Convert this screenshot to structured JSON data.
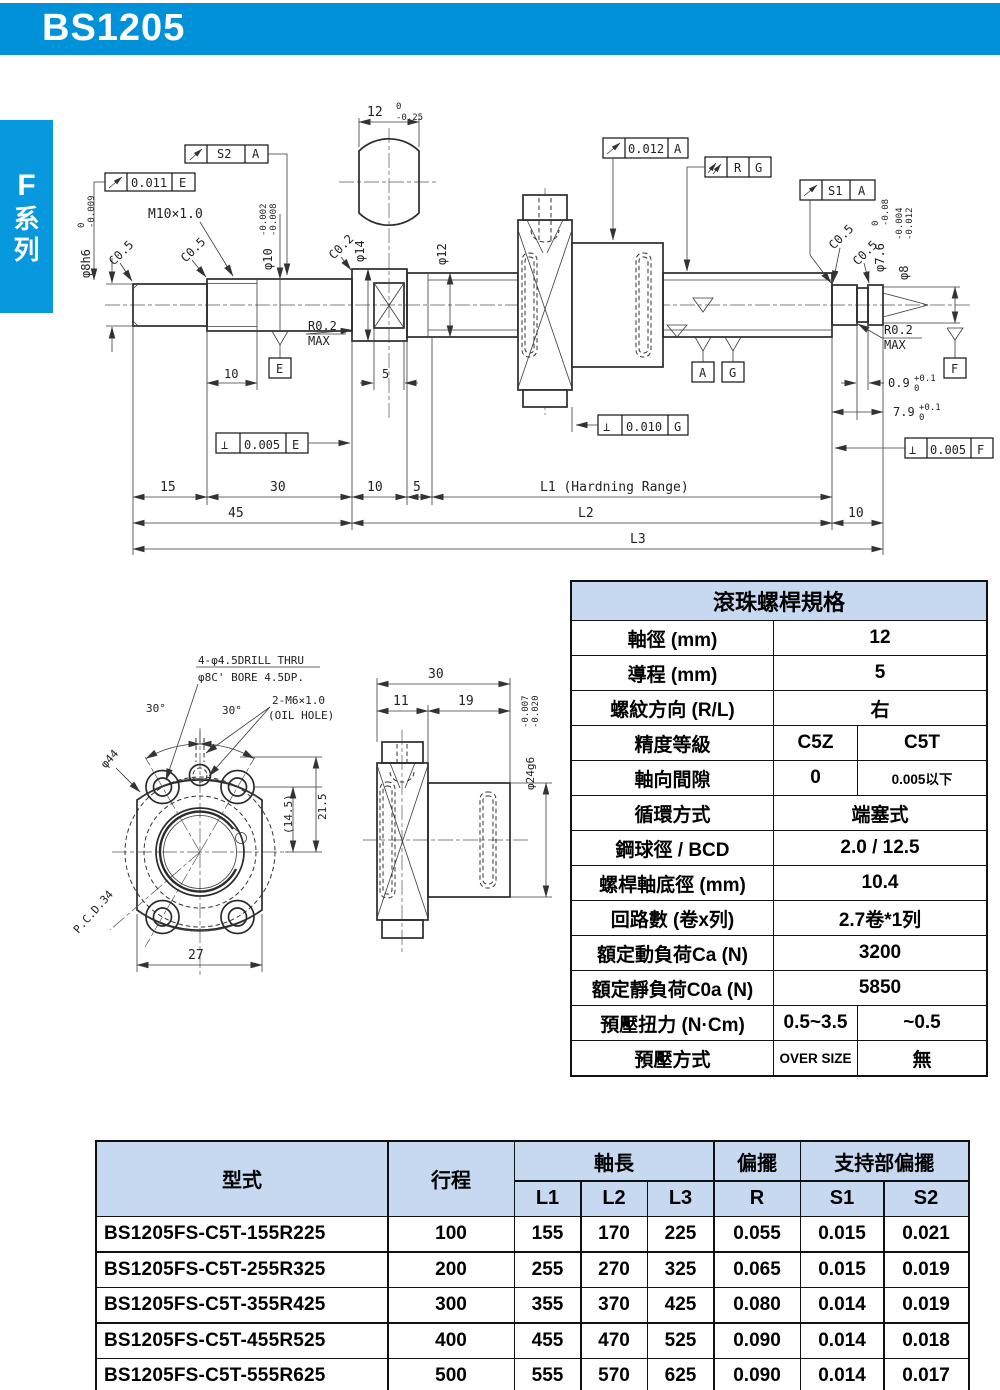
{
  "page": {
    "title": "BS1205",
    "series_tab": {
      "line1": "F",
      "line2": "系",
      "line3": "列"
    },
    "accent_blue": "#0091d9",
    "table_header_blue": "#c6d9f1"
  },
  "dwg": {
    "dim12": "12",
    "dim12_sup": "0",
    "dim12_sub": "-0.25",
    "m10": "M10×1.0",
    "dia8h6": "φ8h6",
    "dia8h6_sup": "0",
    "dia8h6_sub": "-0.009",
    "c05": "C0.5",
    "c02": "C0.2",
    "dia10": "φ10",
    "dia10_sup": "-0.002",
    "dia10_sub": "-0.008",
    "dia14": "φ14",
    "dia12": "φ12",
    "dia76": "φ7.6",
    "dia76_sup": "0",
    "dia76_sub": "-0.08",
    "dia8": "φ8",
    "dia8_sup": "-0.004",
    "dia8_sub": "-0.012",
    "r02": "R0.2",
    "max": "MAX",
    "d09": "0.9",
    "d09_sup": "+0.1",
    "d09_sub": "0",
    "d79": "7.9",
    "d79_sup": "+0.1",
    "d79_sub": "0",
    "t10": "10",
    "t5": "5",
    "b15": "15",
    "b30": "30",
    "b10": "10",
    "b5": "5",
    "L1": "L1 (Hardning Range)",
    "b45": "45",
    "L2": "L2",
    "r10": "10",
    "L3": "L3",
    "frames": {
      "s2": {
        "val": "S2",
        "ref": "A"
      },
      "e011": {
        "val": "0.011",
        "ref": "E"
      },
      "a012": {
        "val": "0.012",
        "ref": "A"
      },
      "rg": {
        "val": "R",
        "ref": "G"
      },
      "s1": {
        "val": "S1",
        "ref": "A"
      },
      "pe": {
        "sym": "⊥",
        "val": "0.005",
        "ref": "E"
      },
      "pg": {
        "sym": "⊥",
        "val": "0.010",
        "ref": "G"
      },
      "pf": {
        "sym": "⊥",
        "val": "0.005",
        "ref": "F"
      }
    },
    "datums": {
      "e": "E",
      "a": "A",
      "g": "G",
      "f": "F"
    },
    "flange": {
      "drill": "4-φ4.5DRILL THRU",
      "bore": "φ8C' BORE 4.5DP.",
      "m6": "2-M6×1.0",
      "oil": "(OIL HOLE)",
      "a30": "30°",
      "dia44": "φ44",
      "d215": "21.5",
      "d145": "(14.5)",
      "pcd": "P.C.D.34",
      "w27": "27"
    },
    "side": {
      "w30": "30",
      "w11": "11",
      "w19": "19",
      "dia24": "φ24g6",
      "dia24_sup": "-0.007",
      "dia24_sub": "-0.020"
    }
  },
  "spec_table": {
    "title": "滾珠螺桿規格",
    "rows": [
      {
        "label": "軸徑 (mm)",
        "value": "12"
      },
      {
        "label": "導程 (mm)",
        "value": "5"
      },
      {
        "label": "螺紋方向 (R/L)",
        "value": "右"
      },
      {
        "label": "精度等級",
        "v1": "C5Z",
        "v2": "C5T"
      },
      {
        "label": "軸向間隙",
        "v1": "0",
        "v2": "0.005以下"
      },
      {
        "label": "循環方式",
        "value": "端塞式"
      },
      {
        "label": "鋼球徑 / BCD",
        "value": "2.0 / 12.5"
      },
      {
        "label": "螺桿軸底徑 (mm)",
        "value": "10.4"
      },
      {
        "label": "回路數 (卷x列)",
        "value": "2.7卷*1列"
      },
      {
        "label": "額定動負荷Ca  (N)",
        "value": "3200"
      },
      {
        "label": "額定靜負荷C0a  (N)",
        "value": "5850"
      },
      {
        "label": "預壓扭力  (N·Cm)",
        "v1": "0.5~3.5",
        "v2": "~0.5"
      },
      {
        "label": "預壓方式",
        "v1": "OVER SIZE",
        "v2": "無"
      }
    ]
  },
  "model_table": {
    "headers": {
      "model": "型式",
      "stroke": "行程",
      "axis_len": "軸長",
      "runout": "偏擺",
      "support_runout": "支持部偏擺",
      "l1": "L1",
      "l2": "L2",
      "l3": "L3",
      "r": "R",
      "s1": "S1",
      "s2": "S2"
    },
    "rows": [
      {
        "model": "BS1205FS-C5T-155R225",
        "stroke": "100",
        "l1": "155",
        "l2": "170",
        "l3": "225",
        "r": "0.055",
        "s1": "0.015",
        "s2": "0.021"
      },
      {
        "model": "BS1205FS-C5T-255R325",
        "stroke": "200",
        "l1": "255",
        "l2": "270",
        "l3": "325",
        "r": "0.065",
        "s1": "0.015",
        "s2": "0.019"
      },
      {
        "model": "BS1205FS-C5T-355R425",
        "stroke": "300",
        "l1": "355",
        "l2": "370",
        "l3": "425",
        "r": "0.080",
        "s1": "0.014",
        "s2": "0.019"
      },
      {
        "model": "BS1205FS-C5T-455R525",
        "stroke": "400",
        "l1": "455",
        "l2": "470",
        "l3": "525",
        "r": "0.090",
        "s1": "0.014",
        "s2": "0.018"
      },
      {
        "model": "BS1205FS-C5T-555R625",
        "stroke": "500",
        "l1": "555",
        "l2": "570",
        "l3": "625",
        "r": "0.090",
        "s1": "0.014",
        "s2": "0.017"
      }
    ]
  }
}
